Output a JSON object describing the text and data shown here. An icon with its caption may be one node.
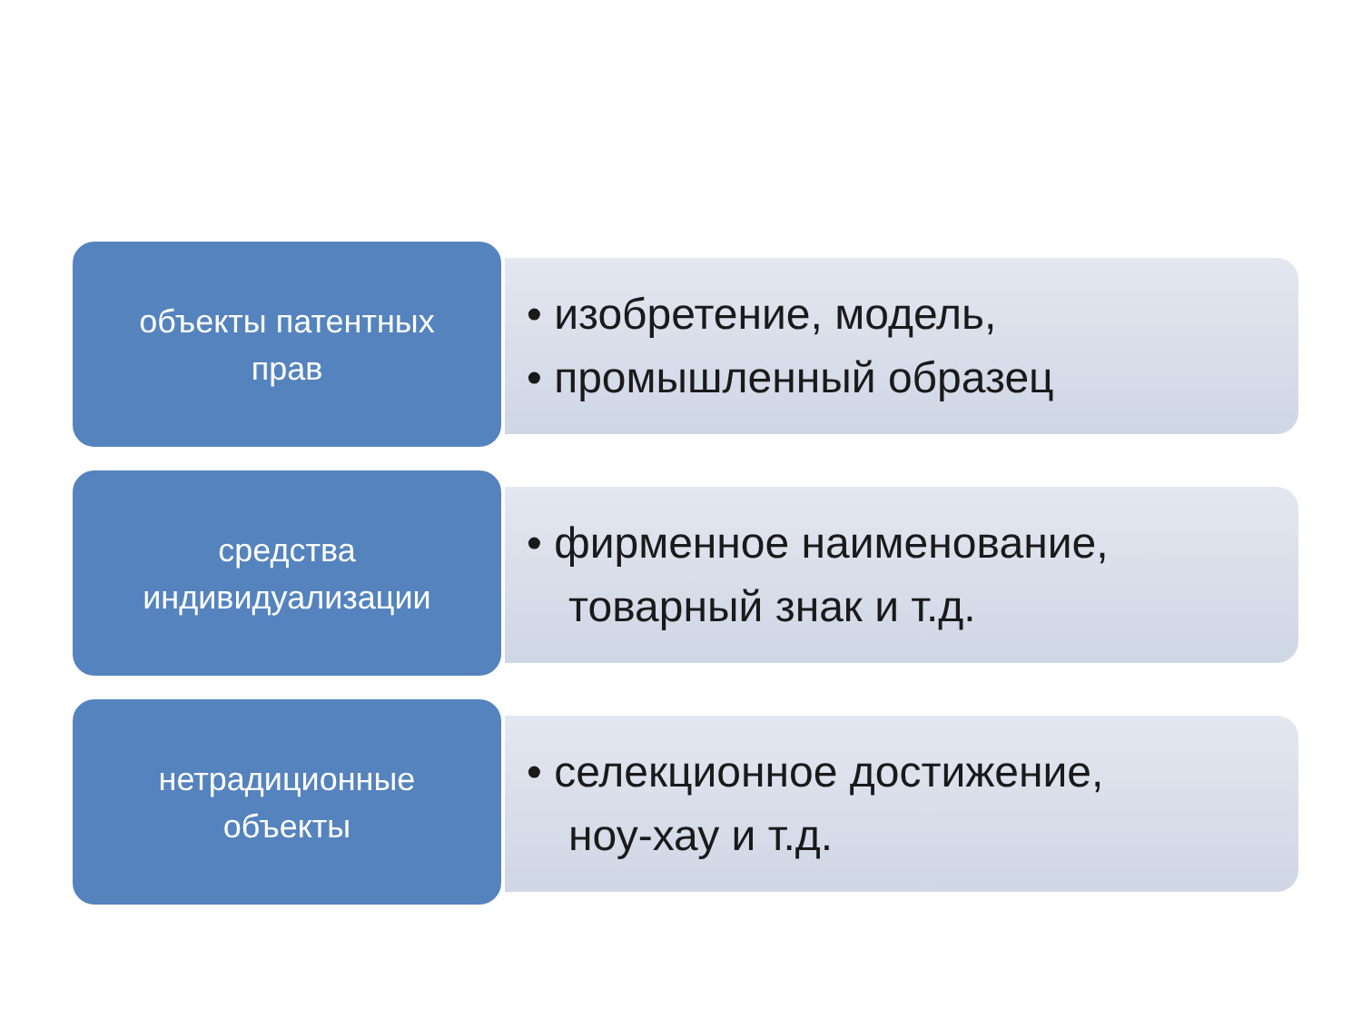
{
  "diagram": {
    "nodes": [
      {
        "text": [
          "объекты патентных прав"
        ]
      },
      {
        "text": [
          "• изобретение, модель,",
          "• промышленный образец"
        ]
      },
      {
        "text": [
          "средства индивидуализации"
        ]
      },
      {
        "text": [
          "• фирменное наименование, товарный знак и т.д."
        ]
      },
      {
        "text": [
          "нетрадиционные объекты"
        ]
      },
      {
        "text": [
          "• селекционное достижение, ноу-хау и т.д."
        ]
      }
    ]
  }
}
